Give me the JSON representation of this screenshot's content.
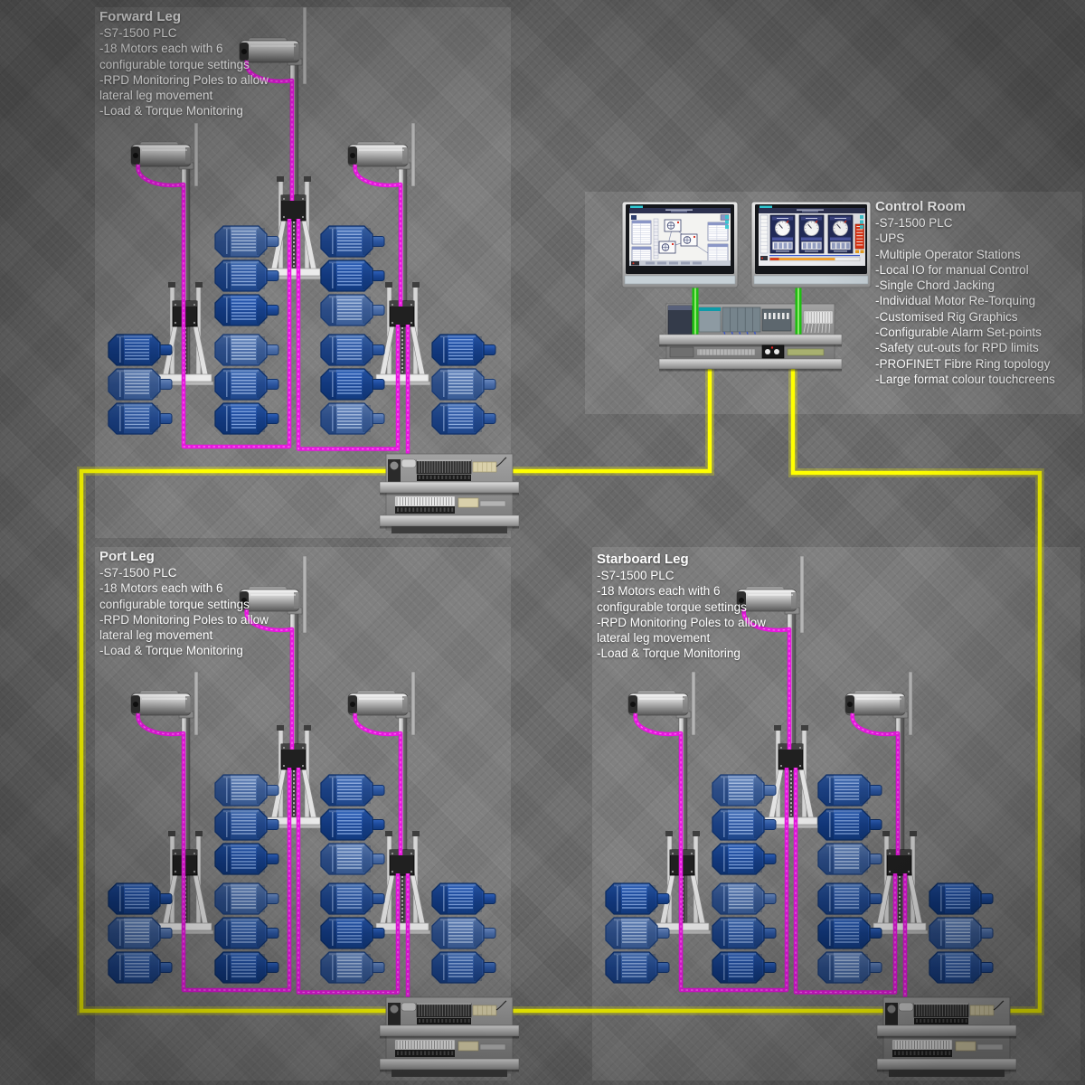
{
  "colors": {
    "ring_cable": "#ffff00",
    "leg_cable": "#e816e0",
    "monitor_cable": "#1fbe12",
    "motor_blue_dark": "#1c4898",
    "motor_blue_light": "#4a6ca8",
    "panel_tint": "rgba(255,255,255,0.11)",
    "text": "#ffffff"
  },
  "sections": {
    "forward_leg": {
      "title": "Forward Leg",
      "lines": [
        "-S7-1500 PLC",
        "-18 Motors each with 6",
        "configurable torque settings",
        "-RPD Monitoring Poles to allow",
        "lateral leg movement",
        "-Load & Torque Monitoring"
      ]
    },
    "port_leg": {
      "title": "Port Leg",
      "lines": [
        "-S7-1500 PLC",
        "-18 Motors each with 6",
        "configurable torque settings",
        "-RPD Monitoring Poles to allow",
        "lateral leg movement",
        "-Load & Torque Monitoring"
      ]
    },
    "starboard_leg": {
      "title": "Starboard Leg",
      "lines": [
        "-S7-1500 PLC",
        "-18 Motors each with 6",
        "configurable torque settings",
        "-RPD Monitoring Poles to allow",
        "lateral leg movement",
        "-Load & Torque Monitoring"
      ]
    },
    "control_room": {
      "title": "Control Room",
      "lines": [
        "-S7-1500 PLC",
        "-UPS",
        "-Multiple Operator Stations",
        "-Local IO for manual Control",
        "-Single Chord Jacking",
        "-Individual Motor Re-Torquing",
        "-Customised Rig Graphics",
        "-Configurable Alarm Set-points",
        "-Safety cut-outs for RPD limits",
        "-PROFINET Fibre Ring topology",
        "-Large format colour touchcreens"
      ]
    }
  },
  "diagram": {
    "legs": [
      {
        "key": "forward_leg",
        "name": "forward-leg",
        "pole_count": 3,
        "motor_columns": [
          3,
          6,
          6,
          3
        ],
        "plc_rack": "plc-rack"
      },
      {
        "key": "port_leg",
        "name": "port-leg",
        "pole_count": 3,
        "motor_columns": [
          3,
          6,
          6,
          3
        ],
        "plc_rack": "plc-rack"
      },
      {
        "key": "starboard_leg",
        "name": "starboard-leg",
        "pole_count": 3,
        "motor_columns": [
          3,
          6,
          6,
          3
        ],
        "plc_rack": "plc-rack"
      }
    ],
    "control_room": {
      "monitor_count": 2,
      "plc_rack": "plc-rack"
    },
    "icons": {
      "pole": "rpd-monitoring-pole",
      "camera": "rpd-camera-icon",
      "motor": "motor-icon",
      "monitor": "operator-station-monitor",
      "ring": "profinet-ring-cable",
      "leg_cable": "pole-cable",
      "monitor_cable": "monitor-cable"
    }
  }
}
